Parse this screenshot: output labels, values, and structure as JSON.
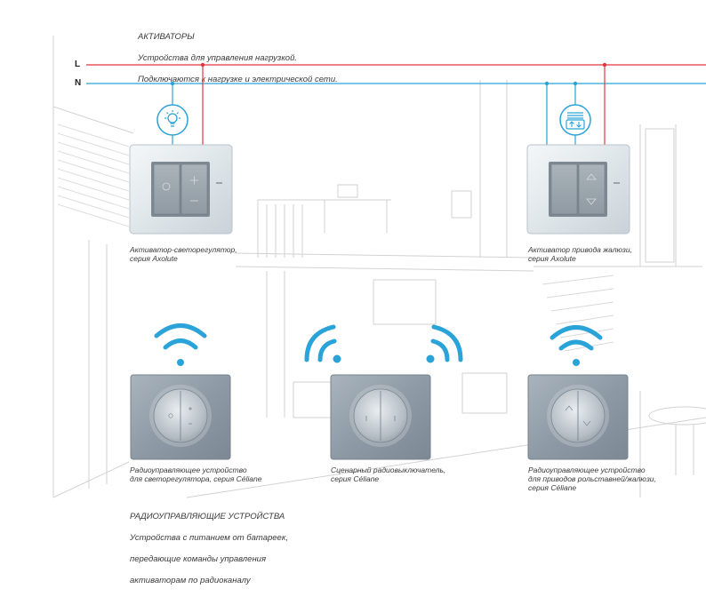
{
  "actuators_section": {
    "title": "АКТИВАТОРЫ",
    "line1": "Устройства для управления нагрузкой.",
    "line2": "Подключаются к нагрузке и электрической сети."
  },
  "wires": {
    "l_label": "L",
    "n_label": "N",
    "l_color": "#e2363f",
    "n_color": "#2aa3d8"
  },
  "devices": {
    "dimmer_actuator": {
      "caption": "Активатор-светорегулятор,\nсерия Axolute"
    },
    "shutter_actuator": {
      "caption": "Активатор привода жалюзи,\nсерия Axolute"
    },
    "radio_dimmer": {
      "caption": "Радиоуправляющее устройство\nдля светорегулятора, серия Céliane"
    },
    "scene_switch": {
      "caption": "Сценарный радиовыключатель,\nсерия Céliane"
    },
    "radio_shutter": {
      "caption": "Радиоуправляющее устройство\nдля приводов рольставней/жалюзи,\nсерия Céliane"
    }
  },
  "radio_section": {
    "title": "РАДИОУПРАВЛЯЮЩИЕ УСТРОЙСТВА",
    "line1": "Устройства с питанием от батареек,",
    "line2": "передающие команды управления",
    "line3": "активаторам по радиоканалу"
  },
  "icons": [
    "light-bulb-icon",
    "shutter-icon",
    "wifi-icon"
  ],
  "colors": {
    "accent_blue": "#2aa3d8",
    "accent_red": "#e2363f",
    "sketch": "#c8c8c8"
  }
}
